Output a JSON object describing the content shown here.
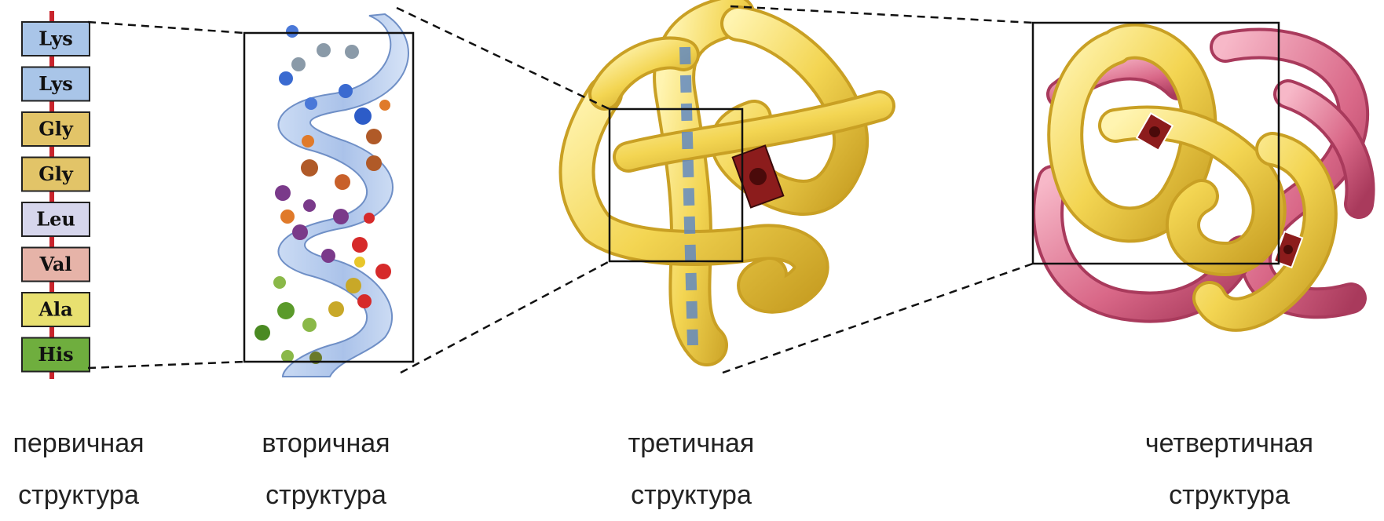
{
  "residues": [
    {
      "label": "Lys",
      "color": "#a9c5e8"
    },
    {
      "label": "Lys",
      "color": "#a9c5e8"
    },
    {
      "label": "Gly",
      "color": "#e2c468"
    },
    {
      "label": "Gly",
      "color": "#e2c468"
    },
    {
      "label": "Leu",
      "color": "#d6d6ec"
    },
    {
      "label": "Val",
      "color": "#e6b3a8"
    },
    {
      "label": "Ala",
      "color": "#e8e070"
    },
    {
      "label": "His",
      "color": "#6fae3e"
    }
  ],
  "captions": {
    "primary": {
      "line1": "первичная",
      "line2": "структура"
    },
    "secondary": {
      "line1": "вторичная",
      "line2": "структура"
    },
    "tertiary": {
      "line1": "третичная",
      "line2": "структура"
    },
    "quaternary": {
      "line1": "четвертичная",
      "line2": "структура"
    }
  },
  "colors": {
    "backbone": "#c8242c",
    "helix_ribbon": "#9db9e4",
    "protein_yellow": "#f1d64f",
    "protein_pink": "#d86a8a",
    "heme": "#8c1c1c"
  }
}
